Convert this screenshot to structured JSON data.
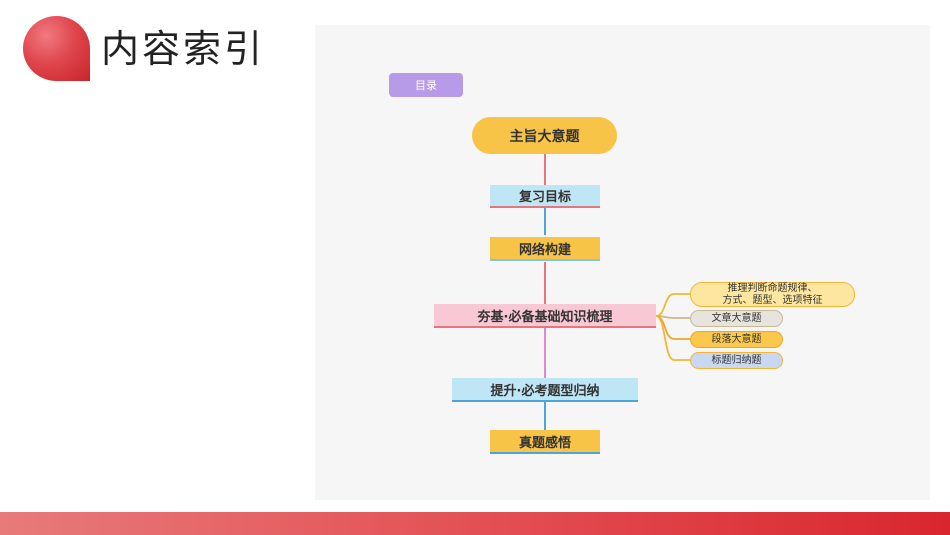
{
  "header": {
    "title": "内容索引"
  },
  "diagram": {
    "tag": "目录",
    "main": "主旨大意题",
    "steps": [
      "复习目标",
      "网络构建",
      "夯基·必备基础知识梳理",
      "提升·必考题型归纳",
      "真题感悟"
    ],
    "leaves": [
      {
        "line1": "推理判断命题规律、",
        "line2": "方式、题型、选项特征"
      },
      {
        "line1": "文章大意题"
      },
      {
        "line1": "段落大意题"
      },
      {
        "line1": "标题归纳题"
      }
    ]
  },
  "colors": {
    "accent_red": "#e0464d",
    "node_yellow": "#f7c447",
    "node_blue": "#bfe6f5",
    "node_pink": "#f8c8d4",
    "tag_purple": "#b89be8"
  }
}
